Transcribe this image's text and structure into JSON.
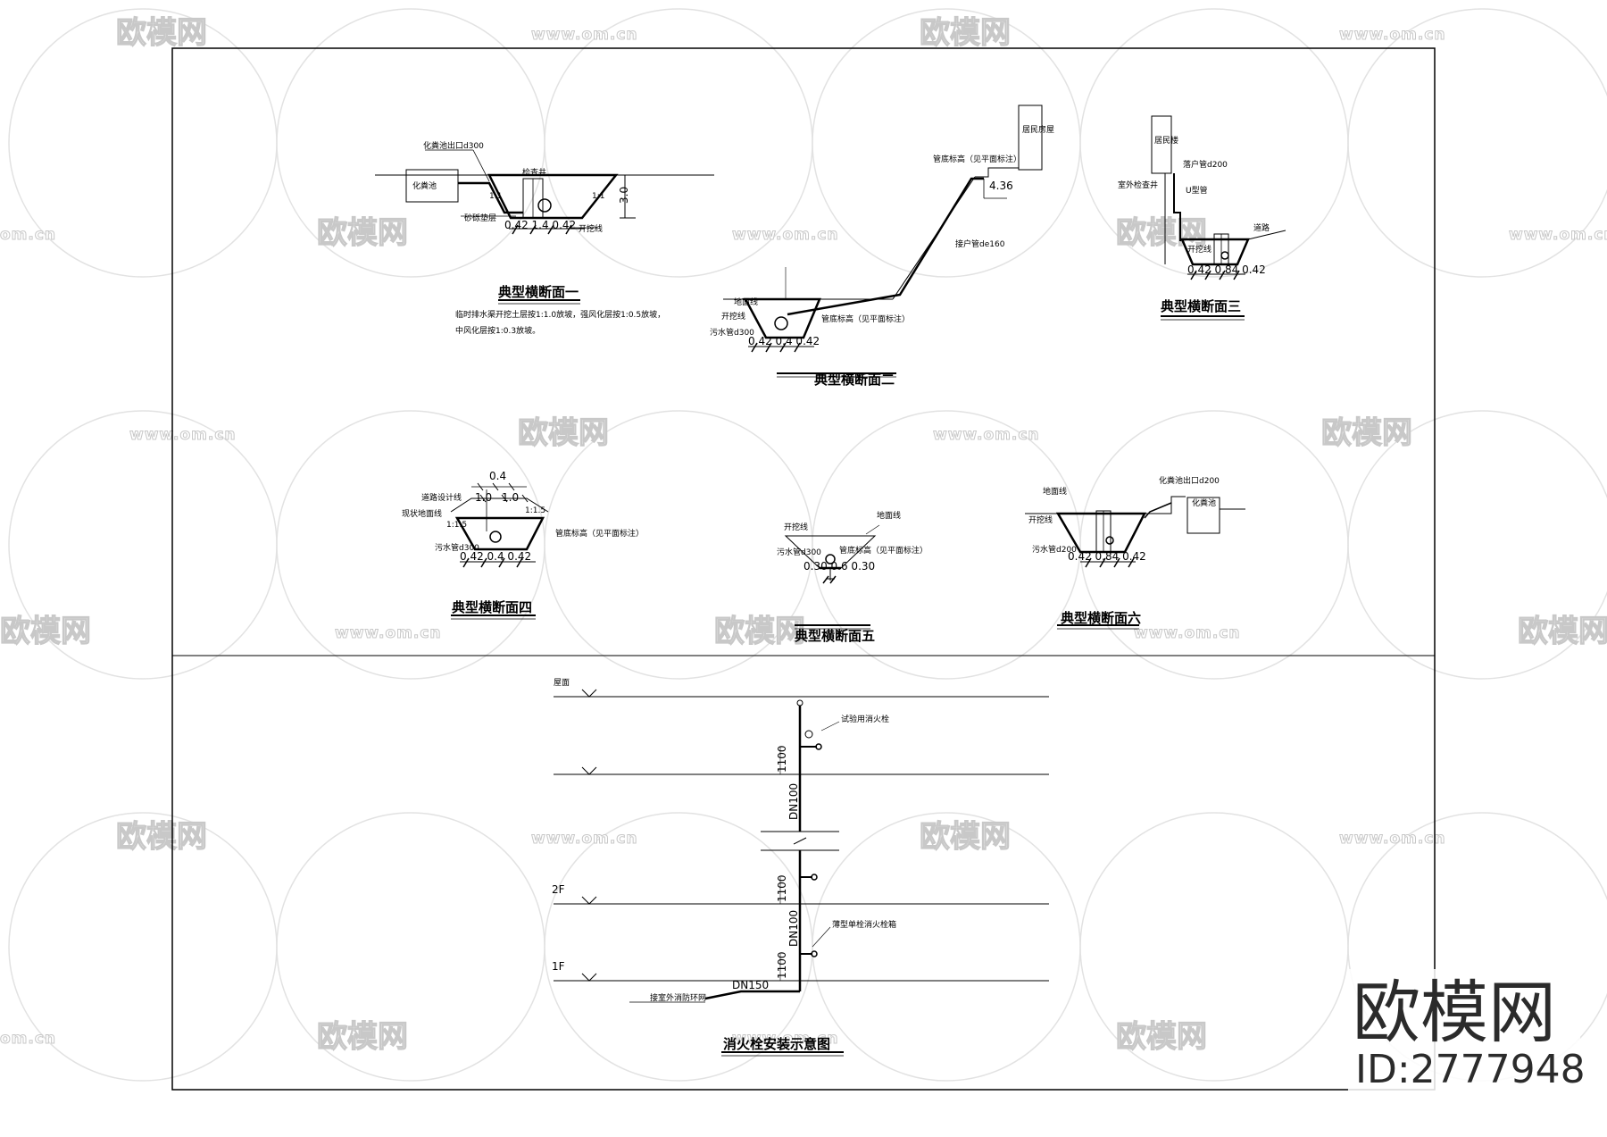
{
  "watermark": {
    "logo_text": "欧模网",
    "url_text": "www.om.cn",
    "short_url": "om.cn",
    "cut_logo": "欧模网"
  },
  "brand": {
    "name": "欧模网",
    "id": "ID:2777948"
  },
  "section1": {
    "title": "典型横断面一",
    "labels": {
      "septic_outlet": "化粪池出口d300",
      "septic_tank": "化粪池",
      "inspection_well": "检查井",
      "sand_bed": "砂砾垫层",
      "trench_line": "开挖线",
      "slope_left": "1:1",
      "slope_right": "1:1"
    },
    "dims": {
      "depth": "3.0",
      "bottom": "0.42 1.4 0.42"
    },
    "notes": [
      "临时排水渠开挖土层按1:1.0放坡，强风化层按1:0.5放坡，",
      "中风化层按1:0.3放坡。"
    ]
  },
  "section2": {
    "title": "典型横断面二",
    "labels": {
      "resident_house": "居民房屋",
      "elevation_note": "管底标高（见平面标注）",
      "household_pipe": "接户管de160",
      "ground_line": "地面线",
      "trench_line": "开挖线",
      "pipe_bottom": "管底标高（见平面标注）",
      "sewer_pipe": "污水管d300"
    },
    "dims": {
      "height": "4.36",
      "bottom": "0.42 0.4 0.42"
    }
  },
  "section3": {
    "title": "典型横断面三",
    "labels": {
      "resident_building": "居民楼",
      "downpipe": "落户管d200",
      "drain_outlet": "室外检查井",
      "u_trap": "U型管",
      "road": "道路",
      "trench_line": "开挖线"
    },
    "dims": {
      "bottom": "0.42 0.84 0.42"
    }
  },
  "section4": {
    "title": "典型横断面四",
    "labels": {
      "road_design_line": "道路设计线",
      "existing_ground": "现状地面线",
      "sewer_pipe": "污水管d300",
      "pipe_bottom": "管底标高（见平面标注）",
      "slope_a": "1:1.5",
      "slope_b": "1:1.5"
    },
    "dims": {
      "top_a": "0.4",
      "top_b": "1.0",
      "top_c": "1.0",
      "bottom": "0.42 0.4 0.42"
    }
  },
  "section5": {
    "title": "典型横断面五",
    "labels": {
      "trench_line": "开挖线",
      "ground_line": "地面线",
      "sewer_pipe": "污水管d300",
      "pipe_bottom": "管底标高（见平面标注）"
    },
    "dims": {
      "bottom": "0.30 0.6 0.30"
    }
  },
  "section6": {
    "title": "典型横断面六",
    "labels": {
      "septic_outlet": "化粪池出口d200",
      "septic_tank": "化粪池",
      "ground_line": "地面线",
      "trench_line": "开挖线",
      "sewer_pipe": "污水管d200"
    },
    "dims": {
      "bottom": "0.42 0.84 0.42"
    }
  },
  "hydrant": {
    "title": "消火栓安装示意图",
    "floors": {
      "roof": "屋面",
      "f2": "2F",
      "f1": "1F"
    },
    "labels": {
      "test_hydrant": "试验用消火栓",
      "thin_hydrant": "薄型单栓消火栓箱",
      "outdoor_pipe": "接室外消防环网",
      "dn150": "DN150"
    },
    "dims": {
      "h1100": "1100",
      "dn100": "DN100"
    }
  }
}
